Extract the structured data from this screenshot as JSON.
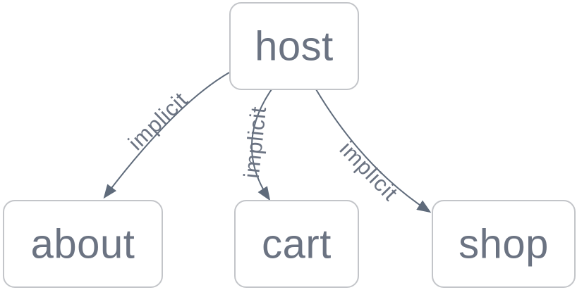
{
  "graph": {
    "nodes": [
      {
        "id": "host",
        "label": "host"
      },
      {
        "id": "about",
        "label": "about"
      },
      {
        "id": "cart",
        "label": "cart"
      },
      {
        "id": "shop",
        "label": "shop"
      }
    ],
    "edges": [
      {
        "source": "host",
        "target": "about",
        "label": "implicit"
      },
      {
        "source": "host",
        "target": "cart",
        "label": "implicit"
      },
      {
        "source": "host",
        "target": "shop",
        "label": "implicit"
      }
    ]
  },
  "colors": {
    "background": "#ffffff",
    "node-fill": "#ffffff",
    "node-border": "#c3c5c9",
    "node-text": "#6b7382",
    "edge": "#5f6b7b",
    "edge-label": "#6b7382"
  }
}
